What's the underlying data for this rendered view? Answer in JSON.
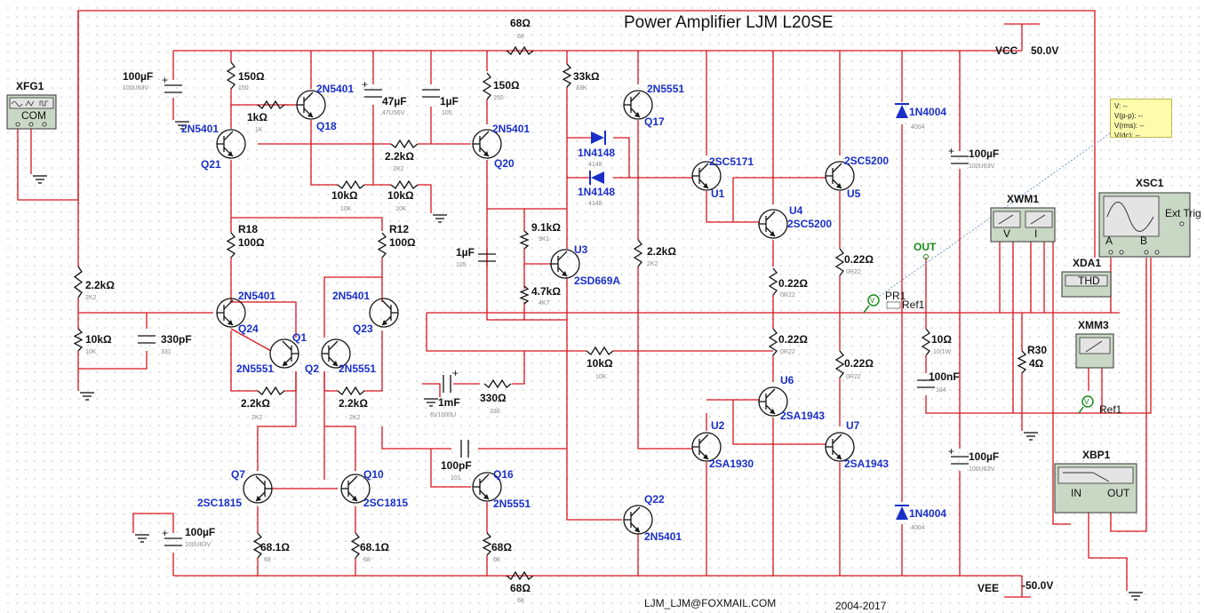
{
  "title": "Power Amplifier LJM L20SE",
  "footer": {
    "email": "LJM_LJM@FOXMAIL.COM",
    "years": "2004-2017"
  },
  "supplies": {
    "vcc_label": "VCC",
    "vcc_value": "50.0V",
    "vee_label": "VEE",
    "vee_value": "-50.0V"
  },
  "out_label": "OUT",
  "instruments": {
    "xfg1": "XFG1",
    "xfg1_com": "COM",
    "xsc1": "XSC1",
    "xsc1_trig": "Ext Trig",
    "xsc1_a": "A",
    "xsc1_b": "B",
    "xwm1": "XWM1",
    "xwm1_v": "V",
    "xwm1_i": "I",
    "xda1": "XDA1",
    "xda1_thd": "THD",
    "xmm3": "XMM3",
    "xbp1": "XBP1",
    "xbp1_in": "IN",
    "xbp1_out": "OUT"
  },
  "probe": {
    "name": "PR1",
    "ref": "Ref1",
    "ref2": "Ref1",
    "readout": {
      "v": "V: --",
      "vpp": "V(p-p): --",
      "vrms": "V(rms): --",
      "vdc": "V(dc): --"
    }
  },
  "components": [
    {
      "id": "c_top_100u",
      "value": "100µF",
      "sub": "100U63V"
    },
    {
      "id": "r_150_a",
      "value": "150Ω",
      "sub": "150"
    },
    {
      "id": "r_1k",
      "value": "1kΩ",
      "sub": "1K"
    },
    {
      "id": "r_68_top",
      "value": "68Ω",
      "sub": "68"
    },
    {
      "id": "c_47u",
      "value": "47µF",
      "sub": "47U56V"
    },
    {
      "id": "c_1u_a",
      "value": "1µF",
      "sub": "105"
    },
    {
      "id": "r_150_b",
      "value": "150Ω",
      "sub": "150"
    },
    {
      "id": "r_33k",
      "value": "33kΩ",
      "sub": "33K"
    },
    {
      "id": "r_2k2_a",
      "value": "2.2kΩ",
      "sub": "2K2"
    },
    {
      "id": "r_10k_a",
      "value": "10kΩ",
      "sub": "10K"
    },
    {
      "id": "r_10k_b",
      "value": "10kΩ",
      "sub": "10K"
    },
    {
      "id": "r18",
      "ref": "R18",
      "value": "100Ω"
    },
    {
      "id": "r12",
      "ref": "R12",
      "value": "100Ω"
    },
    {
      "id": "r_9k1",
      "value": "9.1kΩ",
      "sub": "9K1"
    },
    {
      "id": "r_4k7",
      "value": "4.7kΩ",
      "sub": "4K7"
    },
    {
      "id": "c_1u_b",
      "value": "1µF",
      "sub": "105"
    },
    {
      "id": "r_2k2_mid",
      "value": "2.2kΩ",
      "sub": "2K2"
    },
    {
      "id": "r_2k2_in",
      "value": "2.2kΩ",
      "sub": "2K2"
    },
    {
      "id": "r_10k_in",
      "value": "10kΩ",
      "sub": "10K"
    },
    {
      "id": "c_330p",
      "value": "330pF",
      "sub": "331"
    },
    {
      "id": "r_2k2_b",
      "value": "2.2kΩ",
      "sub": "2K2"
    },
    {
      "id": "r_2k2_c",
      "value": "2.2kΩ",
      "sub": "2K2"
    },
    {
      "id": "r_10k_fb",
      "value": "10kΩ",
      "sub": "10K"
    },
    {
      "id": "c_1m",
      "value": "1mF",
      "sub": "6V1000U"
    },
    {
      "id": "r_330",
      "value": "330Ω",
      "sub": "330"
    },
    {
      "id": "c_100p",
      "value": "100pF",
      "sub": "101"
    },
    {
      "id": "c_bot_100u",
      "value": "100µF",
      "sub": "100U63V"
    },
    {
      "id": "r_68_1a",
      "value": "68.1Ω",
      "sub": "68"
    },
    {
      "id": "r_68_1b",
      "value": "68.1Ω",
      "sub": "68"
    },
    {
      "id": "r_68_c",
      "value": "68Ω",
      "sub": "68"
    },
    {
      "id": "r_68_bot",
      "value": "68Ω",
      "sub": "68"
    },
    {
      "id": "r_022_a",
      "value": "0.22Ω",
      "sub": "0R22"
    },
    {
      "id": "r_022_b",
      "value": "0.22Ω",
      "sub": "0R22"
    },
    {
      "id": "r_022_c",
      "value": "0.22Ω",
      "sub": "0R22"
    },
    {
      "id": "r_022_d",
      "value": "0.22Ω",
      "sub": "0R22"
    },
    {
      "id": "c_rail_top",
      "value": "100µF",
      "sub": "100U63V"
    },
    {
      "id": "c_rail_bot",
      "value": "100µF",
      "sub": "100U63V"
    },
    {
      "id": "r_10",
      "value": "10Ω",
      "sub": "10/1W"
    },
    {
      "id": "c_100n",
      "value": "100nF",
      "sub": "104"
    },
    {
      "id": "r30",
      "ref": "R30",
      "value": "4Ω"
    },
    {
      "id": "d1",
      "value": "1N4148",
      "sub": "4148"
    },
    {
      "id": "d2",
      "value": "1N4148",
      "sub": "4148"
    },
    {
      "id": "d3",
      "value": "1N4004",
      "sub": "4004"
    },
    {
      "id": "d4",
      "value": "1N4004",
      "sub": "4004"
    }
  ],
  "transistors": [
    {
      "ref": "Q21",
      "part": "2N5401"
    },
    {
      "ref": "Q18",
      "part": "2N5401"
    },
    {
      "ref": "Q20",
      "part": "2N5401"
    },
    {
      "ref": "Q17",
      "part": "2N5551"
    },
    {
      "ref": "U1",
      "part": "2SC5171"
    },
    {
      "ref": "U5",
      "part": "2SC5200"
    },
    {
      "ref": "U4",
      "part": "2SC5200"
    },
    {
      "ref": "U3",
      "part": "2SD669A"
    },
    {
      "ref": "Q24",
      "part": "2N5401"
    },
    {
      "ref": "Q1",
      "part": "2N5551"
    },
    {
      "ref": "Q2",
      "part": "2N5551"
    },
    {
      "ref": "Q23",
      "part": "2N5401"
    },
    {
      "ref": "U6",
      "part": "2SA1943"
    },
    {
      "ref": "U2",
      "part": "2SA1930"
    },
    {
      "ref": "U7",
      "part": "2SA1943"
    },
    {
      "ref": "Q7",
      "part": "2SC1815"
    },
    {
      "ref": "Q10",
      "part": "2SC1815"
    },
    {
      "ref": "Q16",
      "part": "2N5551"
    },
    {
      "ref": "Q22",
      "part": "2N5401"
    }
  ]
}
